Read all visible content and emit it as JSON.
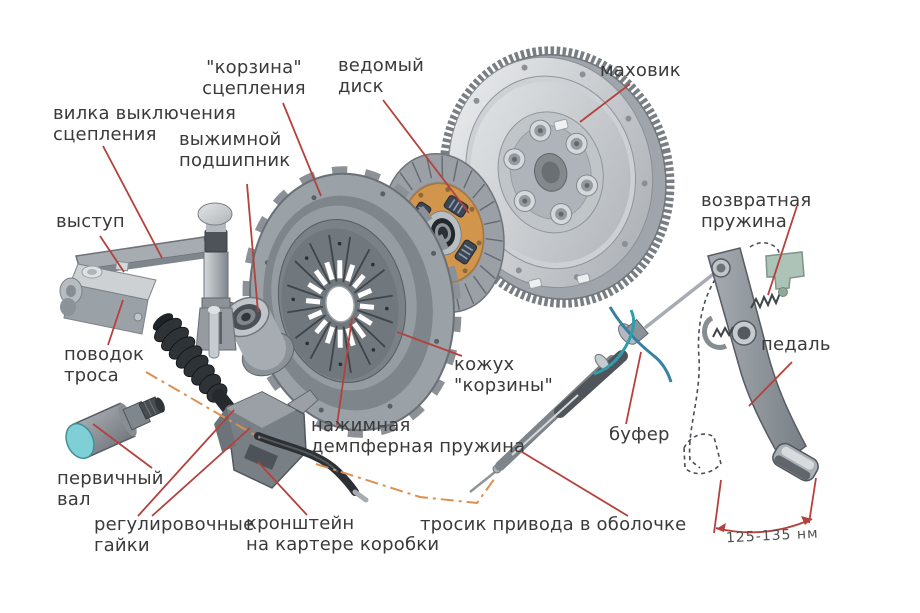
{
  "labels": {
    "release_fork": "вилка выключения\nсцепления",
    "clutch_basket": "\"корзина\"\nсцепления",
    "driven_disc": "ведомый\nдиск",
    "flywheel": "маховик",
    "release_bearing": "выжимной\nподшипник",
    "protrusion": "выступ",
    "cable_leash": "поводок\nтроса",
    "primary_shaft": "первичный\nвал",
    "adjusting_nuts": "регулировочные\nгайки",
    "gearbox_bracket": "кронштейн\nна картере коробки",
    "pressure_damper_spring": "нажимная\nдемпферная пружина",
    "basket_cover": "кожух\n\"корзины\"",
    "drive_cable": "тросик привода в оболочке",
    "buffer": "буфер",
    "return_spring": "возвратная\nпружина",
    "pedal": "педаль",
    "torque_range": "125-135 нм"
  },
  "colors": {
    "background": "#ffffff",
    "label_text": "#3a3a3a",
    "leader_line": "#b5413c",
    "axis_line": "#dd8f4f",
    "disc_hub_orange": "#d2954c",
    "shaft_face_teal": "#7ed0d6",
    "wire_blue_dark": "#377fa3",
    "wire_blue_teal": "#2f9fae",
    "pedal_bracket_green": "#aec3b8"
  }
}
